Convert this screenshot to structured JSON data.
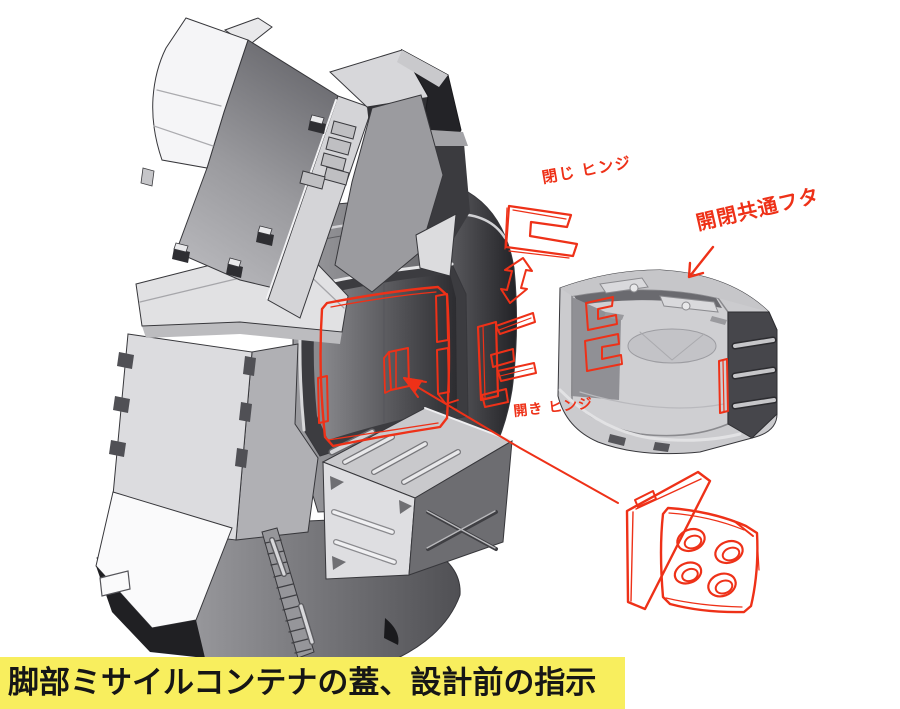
{
  "scene": {
    "background_color": "#ffffff",
    "ink_color": "#ee3118",
    "annotations": {
      "closed_hinge": "閉じ ヒンジ",
      "open_hinge": "開き ヒンジ",
      "common_lid": "開閉共通フタ"
    }
  },
  "caption": {
    "text": "脚部ミサイルコンテナの蓋、設計前の指示",
    "background_color": "#f8ee5e",
    "text_color": "#161616"
  }
}
